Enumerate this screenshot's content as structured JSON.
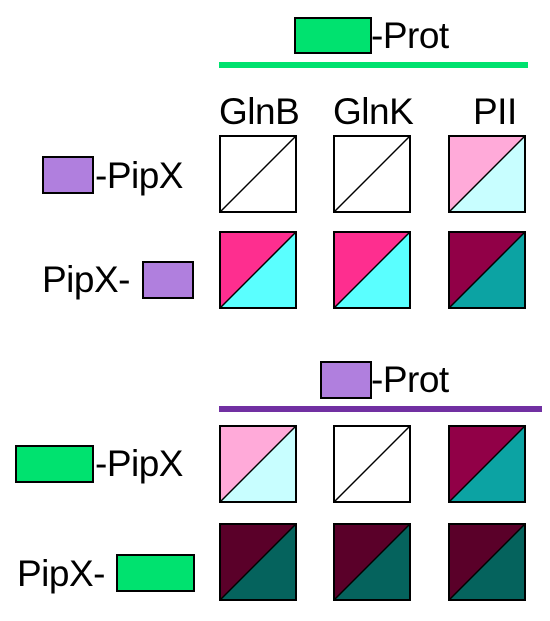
{
  "colors": {
    "green": "#00e26f",
    "purple": "#b07fde",
    "white": "#ffffff",
    "light_pink": "#ffaad9",
    "light_cyan": "#c8feff",
    "hot_pink": "#fe2e8f",
    "cyan": "#5affff",
    "dark_magenta": "#910047",
    "teal": "#0ca3a3",
    "dark_maroon": "#5a0029",
    "dark_teal": "#05635d"
  },
  "top_panel": {
    "header_suffix": "-Prot",
    "columns": [
      "GlnB",
      "GlnK",
      "PII"
    ],
    "rows": [
      {
        "label": "-PipX",
        "cells": [
          [
            "white",
            "white"
          ],
          [
            "white",
            "white"
          ],
          [
            "light_pink",
            "light_cyan"
          ]
        ]
      },
      {
        "label": "PipX-",
        "cells": [
          [
            "hot_pink",
            "cyan"
          ],
          [
            "hot_pink",
            "cyan"
          ],
          [
            "dark_magenta",
            "teal"
          ]
        ]
      }
    ]
  },
  "bottom_panel": {
    "header_suffix": "-Prot",
    "rows": [
      {
        "label": "-PipX",
        "cells": [
          [
            "light_pink",
            "light_cyan"
          ],
          [
            "white",
            "white"
          ],
          [
            "dark_magenta",
            "teal"
          ]
        ]
      },
      {
        "label": "PipX-",
        "cells": [
          [
            "dark_maroon",
            "dark_teal"
          ],
          [
            "dark_maroon",
            "dark_teal"
          ],
          [
            "dark_maroon",
            "dark_teal"
          ]
        ]
      }
    ]
  }
}
